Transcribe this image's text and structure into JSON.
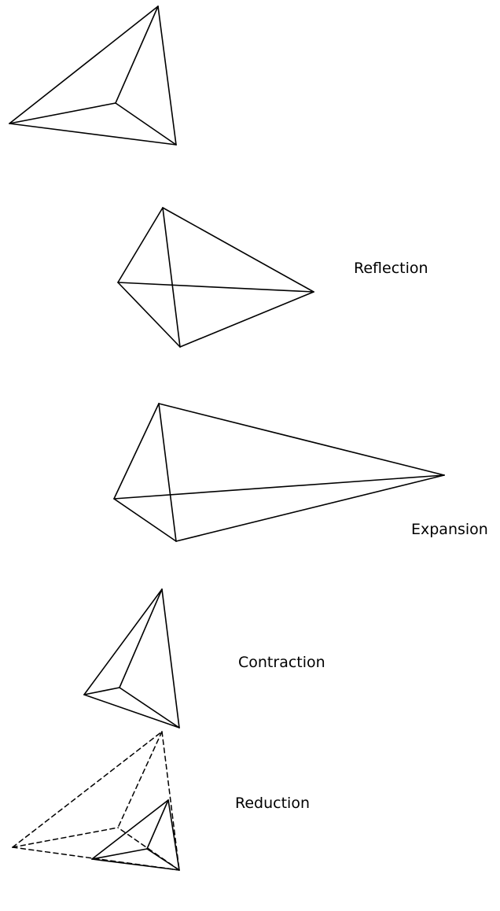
{
  "labels": {
    "reflection": "Reflection",
    "expansion": "Expansion",
    "contraction": "Contraction",
    "reduction": "Reduction"
  },
  "line_color": "#000000",
  "background": "#ffffff"
}
